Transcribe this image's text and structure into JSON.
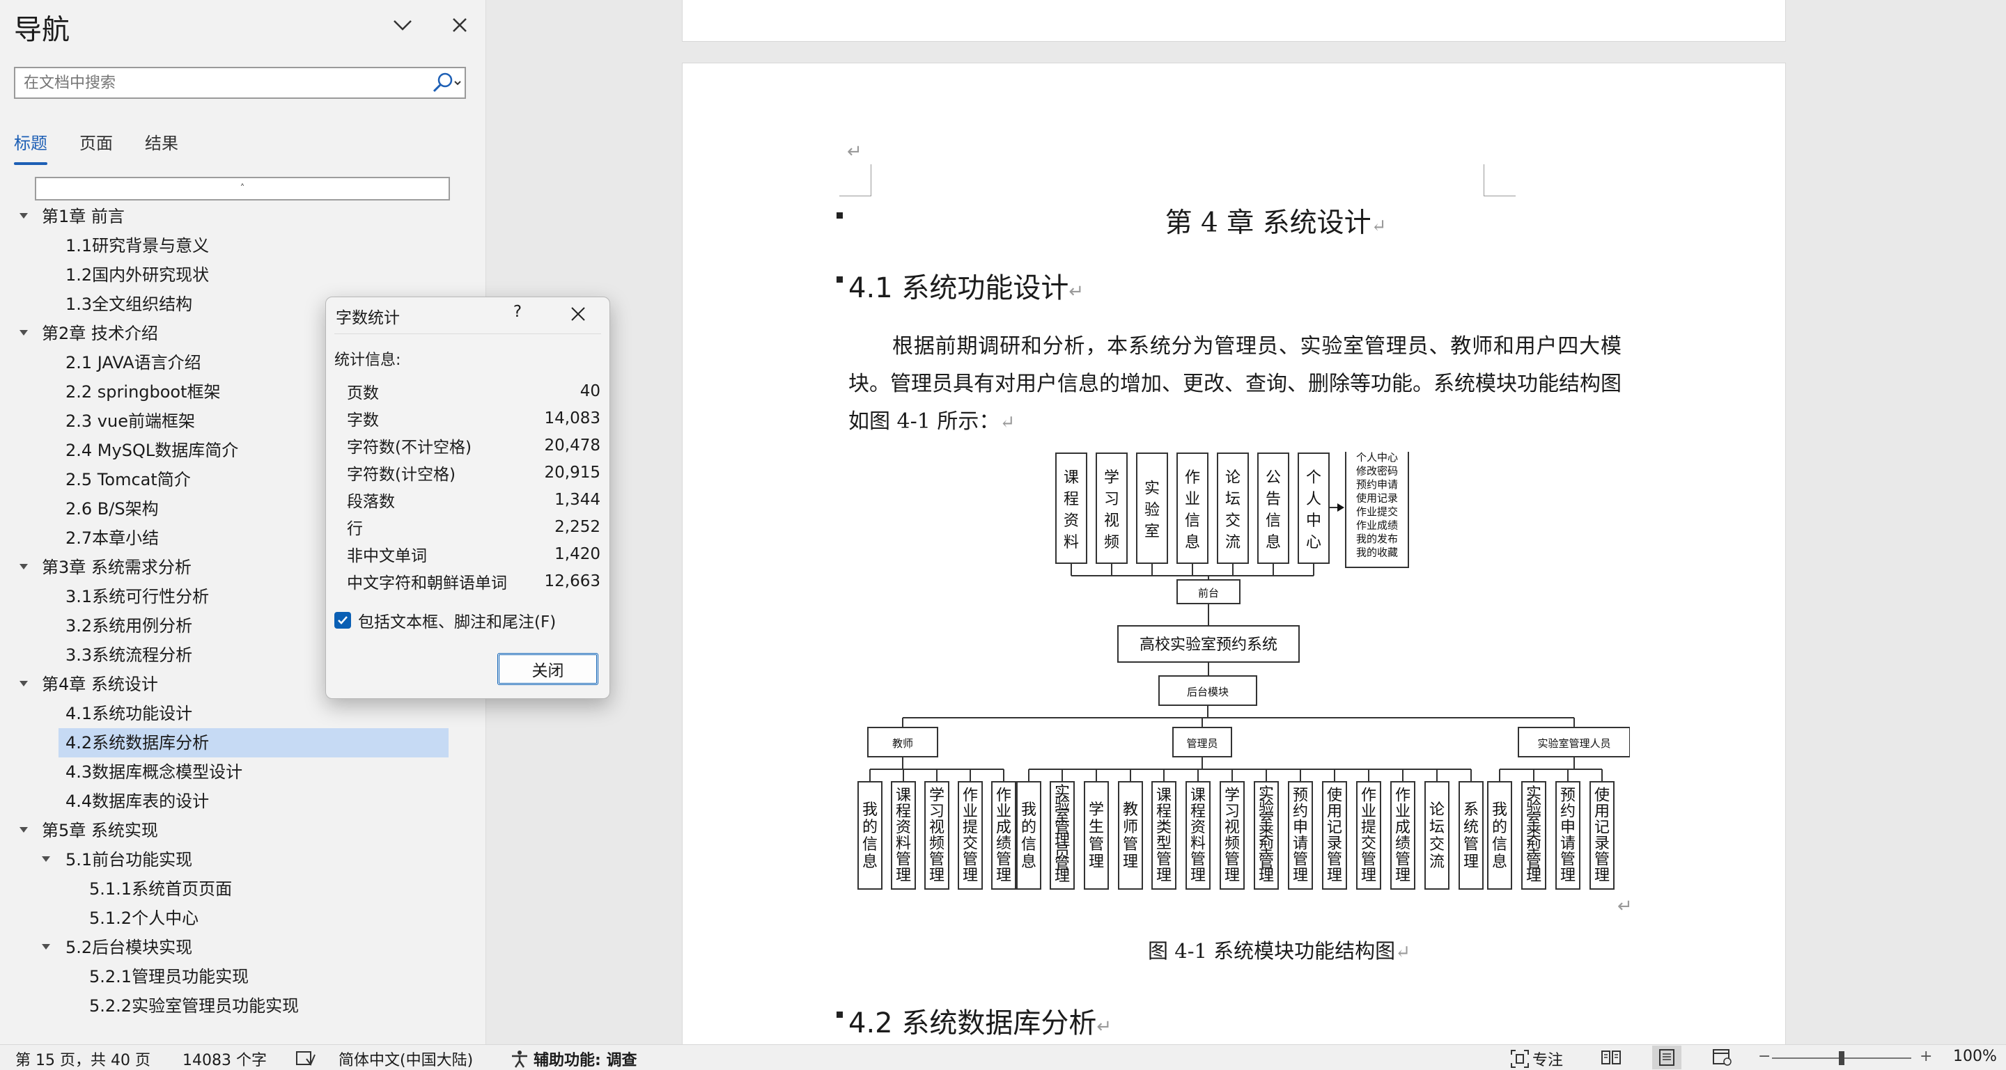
{
  "nav": {
    "title": "导航",
    "search_placeholder": "在文档中搜索",
    "tabs": [
      "标题",
      "页面",
      "结果"
    ],
    "collapse_mark": "˄",
    "tree": [
      {
        "label": "第1章 前言",
        "level": 1,
        "expanded": true,
        "selected": false
      },
      {
        "label": "1.1研究背景与意义",
        "level": 2,
        "selected": false
      },
      {
        "label": "1.2国内外研究现状",
        "level": 2,
        "selected": false
      },
      {
        "label": "1.3全文组织结构",
        "level": 2,
        "selected": false
      },
      {
        "label": "第2章 技术介绍",
        "level": 1,
        "expanded": true,
        "selected": false
      },
      {
        "label": "2.1 JAVA语言介绍",
        "level": 2,
        "selected": false
      },
      {
        "label": "2.2 springboot框架",
        "level": 2,
        "selected": false
      },
      {
        "label": "2.3 vue前端框架",
        "level": 2,
        "selected": false
      },
      {
        "label": "2.4 MySQL数据库简介",
        "level": 2,
        "selected": false
      },
      {
        "label": "2.5 Tomcat简介",
        "level": 2,
        "selected": false
      },
      {
        "label": "2.6 B/S架构",
        "level": 2,
        "selected": false
      },
      {
        "label": "2.7本章小结",
        "level": 2,
        "selected": false
      },
      {
        "label": "第3章 系统需求分析",
        "level": 1,
        "expanded": true,
        "selected": false
      },
      {
        "label": "3.1系统可行性分析",
        "level": 2,
        "selected": false
      },
      {
        "label": "3.2系统用例分析",
        "level": 2,
        "selected": false
      },
      {
        "label": "3.3系统流程分析",
        "level": 2,
        "selected": false
      },
      {
        "label": "第4章 系统设计",
        "level": 1,
        "expanded": true,
        "selected": false
      },
      {
        "label": "4.1系统功能设计",
        "level": 2,
        "selected": false
      },
      {
        "label": "4.2系统数据库分析",
        "level": 2,
        "selected": true
      },
      {
        "label": "4.3数据库概念模型设计",
        "level": 2,
        "selected": false
      },
      {
        "label": "4.4数据库表的设计",
        "level": 2,
        "selected": false
      },
      {
        "label": "第5章 系统实现",
        "level": 1,
        "expanded": true,
        "selected": false
      },
      {
        "label": "5.1前台功能实现",
        "level": 2,
        "expanded": true,
        "selected": false
      },
      {
        "label": "5.1.1系统首页页面",
        "level": 3,
        "selected": false
      },
      {
        "label": "5.1.2个人中心",
        "level": 3,
        "selected": false
      },
      {
        "label": "5.2后台模块实现",
        "level": 2,
        "expanded": true,
        "selected": false
      },
      {
        "label": "5.2.1管理员功能实现",
        "level": 3,
        "selected": false
      },
      {
        "label": "5.2.2实验室管理员功能实现",
        "level": 3,
        "selected": false
      }
    ]
  },
  "document": {
    "chapter_title": "第 4 章  系统设计",
    "section1": "4.1 系统功能设计",
    "paragraph": "根据前期调研和分析，本系统分为管理员、实验室管理员、教师和用户四大模块。管理员具有对用户信息的增加、更改、查询、删除等功能。系统模块功能结构图如图 4-1 所示：",
    "caption": "图 4-1  系统模块功能结构图",
    "section2": "4.2 系统数据库分析",
    "mark": "↵"
  },
  "diagram": {
    "root": "高校实验室预约系统",
    "front": "前台",
    "back": "后台模块",
    "front_items": [
      "课程资料",
      "学习视频",
      "实验室",
      "作业信息",
      "论坛交流",
      "公告信息",
      "个人中心"
    ],
    "personal_center_items": [
      "个人中心",
      "修改密码",
      "预约申请",
      "使用记录",
      "作业提交",
      "作业成绩",
      "我的发布",
      "我的收藏"
    ],
    "roles": [
      "教师",
      "管理员",
      "实验室管理人员"
    ],
    "teacher_items": [
      "我的信息",
      "课程资料管理",
      "学习视频管理",
      "作业提交管理",
      "作业成绩管理"
    ],
    "admin_items": [
      "我的信息",
      "实验室管理员管理",
      "学生管理",
      "教师管理",
      "课程类型管理",
      "课程资料管理",
      "学习视频管理",
      "实验室类型管理",
      "预约申请管理",
      "使用记录管理",
      "作业提交管理",
      "作业成绩管理",
      "论坛交流",
      "系统管理"
    ],
    "lab_items": [
      "我的信息",
      "实验室类型管理",
      "预约申请管理",
      "使用记录管理"
    ]
  },
  "word_count_dialog": {
    "title": "字数统计",
    "help": "?",
    "info_label": "统计信息:",
    "stats": [
      {
        "label": "页数",
        "value": "40"
      },
      {
        "label": "字数",
        "value": "14,083"
      },
      {
        "label": "字符数(不计空格)",
        "value": "20,478"
      },
      {
        "label": "字符数(计空格)",
        "value": "20,915"
      },
      {
        "label": "段落数",
        "value": "1,344"
      },
      {
        "label": "行",
        "value": "2,252"
      },
      {
        "label": "非中文单词",
        "value": "1,420"
      },
      {
        "label": "中文字符和朝鲜语单词",
        "value": "12,663"
      }
    ],
    "include_label": "包括文本框、脚注和尾注(F)",
    "include_checked": true,
    "close_label": "关闭"
  },
  "status_bar": {
    "page_info": "第 15 页，共 40 页",
    "word_count": "14083 个字",
    "language": "简体中文(中国大陆)",
    "accessibility": "辅助功能: 调查",
    "focus": "专注",
    "zoom": "100%",
    "zoom_minus": "−",
    "zoom_plus": "+"
  },
  "colors": {
    "accent": "#1d5fb5",
    "selection": "#c6daf4",
    "checkbox": "#0a5fb4"
  }
}
